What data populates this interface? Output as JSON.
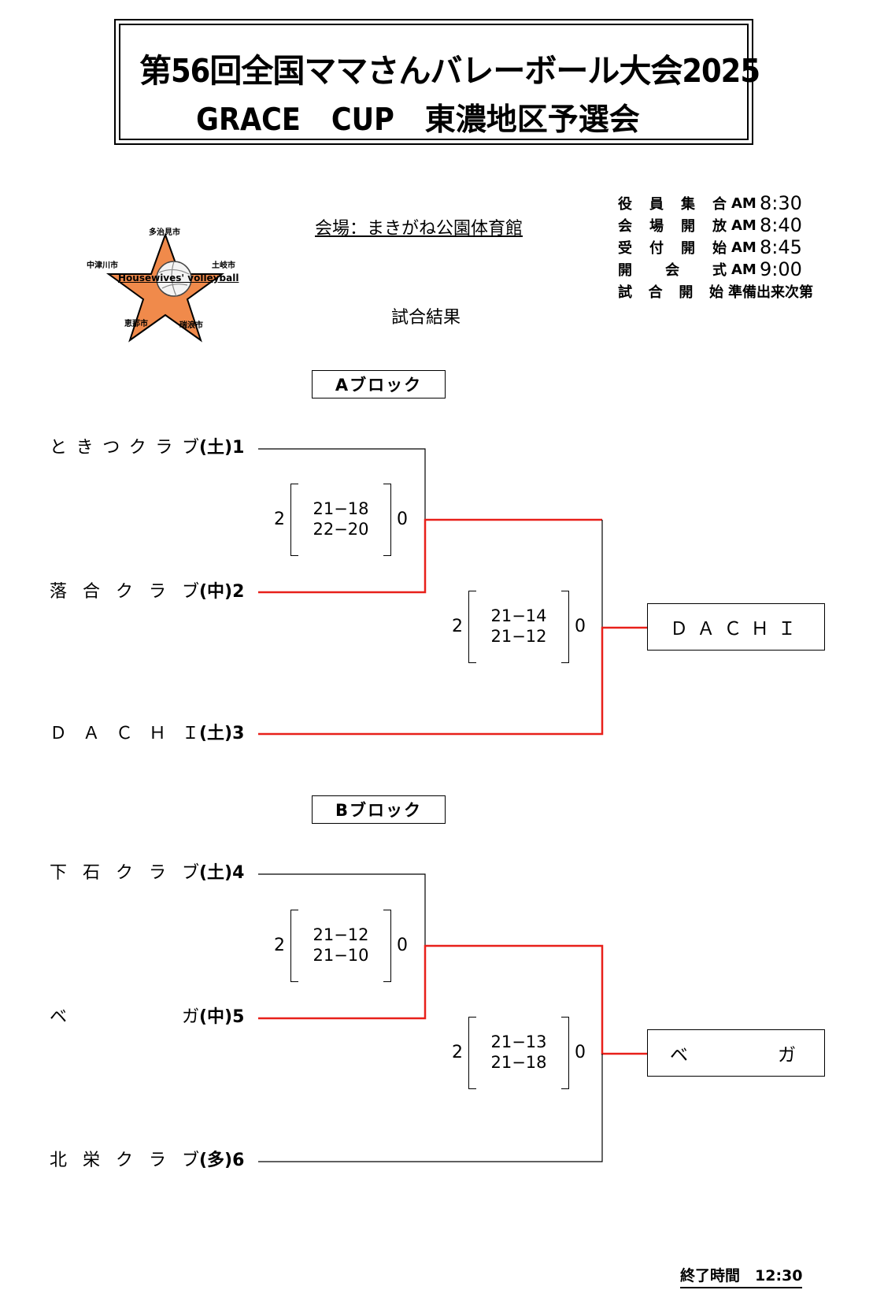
{
  "title": {
    "line1": "第56回全国ママさんバレーボール大会2025",
    "line2": "GRACE　CUP　東濃地区予選会"
  },
  "venue": "会場：まきがね公園体育館",
  "results_title": "試合結果",
  "schedule": [
    {
      "label": "役員集合",
      "am": "AM",
      "time": "8:30"
    },
    {
      "label": "会場開放",
      "am": "AM",
      "time": "8:40"
    },
    {
      "label": "受付開始",
      "am": "AM",
      "time": "8:45"
    },
    {
      "label": "開会式",
      "am": "AM",
      "time": "9:00"
    },
    {
      "label": "試合開始",
      "note": "準備出来次第"
    }
  ],
  "logo": {
    "top": "多治見市",
    "left": "中津川市",
    "right": "土岐市",
    "bottom_left": "恵那市",
    "bottom_right": "瑞浪市",
    "text": "Housewives'  volleyball"
  },
  "blocks": [
    {
      "label": "Aブロック",
      "teams": [
        {
          "name": "ときつクラブ",
          "tag": "(土)",
          "seed": "1"
        },
        {
          "name": "落合クラブ",
          "tag": "(中)",
          "seed": "2"
        },
        {
          "name": "ＤＡＣＨＩ",
          "tag": "(土)",
          "seed": "3"
        }
      ],
      "match1": {
        "left": "2",
        "right": "0",
        "sets": [
          "21−18",
          "22−20"
        ]
      },
      "match2": {
        "left": "2",
        "right": "0",
        "sets": [
          "21−14",
          "21−12"
        ]
      },
      "winner": "ＤＡＣＨＩ"
    },
    {
      "label": "Bブロック",
      "teams": [
        {
          "name": "下石クラブ",
          "tag": "(土)",
          "seed": "4"
        },
        {
          "name": "ベガ",
          "tag": "(中)",
          "seed": "5"
        },
        {
          "name": "北栄クラブ",
          "tag": "(多)",
          "seed": "6"
        }
      ],
      "match1": {
        "left": "2",
        "right": "0",
        "sets": [
          "21−12",
          "21−10"
        ]
      },
      "match2": {
        "left": "2",
        "right": "0",
        "sets": [
          "21−13",
          "21−18"
        ]
      },
      "winner": "ベガ"
    }
  ],
  "end_time": "終了時間　12:30",
  "colors": {
    "winner_line": "#e8201a",
    "line": "#000000",
    "logo_star": "#f08a4b"
  }
}
